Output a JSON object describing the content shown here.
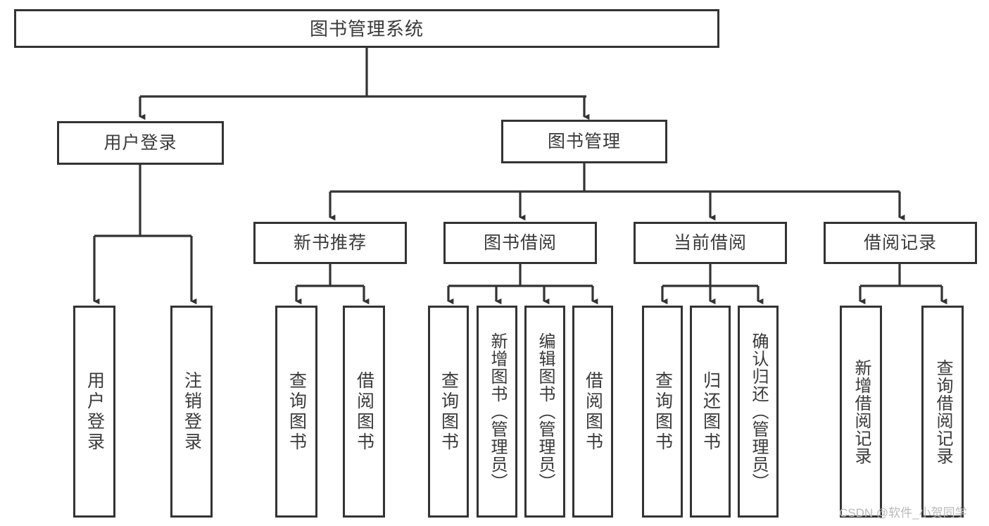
{
  "diagram": {
    "title": "图书管理系统",
    "type": "hierarchy-tree",
    "orientation": "top-down",
    "style": {
      "box_border_color": "#333333",
      "box_fill_color": "#ffffff",
      "connector_color": "#333333",
      "text_color": "#3a3a3a",
      "background_color": "#ffffff"
    },
    "nodes": {
      "root": {
        "label": "图书管理系统",
        "level": 0
      },
      "user_login": {
        "label": "用户登录",
        "level": 1
      },
      "book_manage": {
        "label": "图书管理",
        "level": 1
      },
      "new_book_rec": {
        "label": "新书推荐",
        "level": 2
      },
      "book_borrow": {
        "label": "图书借阅",
        "level": 2
      },
      "current_borrow": {
        "label": "当前借阅",
        "level": 2
      },
      "borrow_record": {
        "label": "借阅记录",
        "level": 2
      },
      "leaf_user_login": {
        "label": "用户登录",
        "level": 3
      },
      "leaf_logout": {
        "label": "注销登录",
        "level": 3
      },
      "leaf_query_book_1": {
        "label": "查询图书",
        "level": 3
      },
      "leaf_borrow_book_1": {
        "label": "借阅图书",
        "level": 3
      },
      "leaf_query_book_2": {
        "label": "查询图书",
        "level": 3
      },
      "leaf_add_book": {
        "label": "新增图书（管理员）",
        "level": 3
      },
      "leaf_edit_book": {
        "label": "编辑图书（管理员）",
        "level": 3
      },
      "leaf_borrow_book_2": {
        "label": "借阅图书",
        "level": 3
      },
      "leaf_query_book_3": {
        "label": "查询图书",
        "level": 3
      },
      "leaf_return_book": {
        "label": "归还图书",
        "level": 3
      },
      "leaf_confirm_return": {
        "label": "确认归还（管理员）",
        "level": 3
      },
      "leaf_add_record": {
        "label": "新增借阅记录",
        "level": 3
      },
      "leaf_query_record": {
        "label": "查询借阅记录",
        "level": 3
      }
    },
    "edges": [
      {
        "from": "root",
        "to": "user_login"
      },
      {
        "from": "root",
        "to": "book_manage"
      },
      {
        "from": "user_login",
        "to": "leaf_user_login"
      },
      {
        "from": "user_login",
        "to": "leaf_logout"
      },
      {
        "from": "book_manage",
        "to": "new_book_rec"
      },
      {
        "from": "book_manage",
        "to": "book_borrow"
      },
      {
        "from": "book_manage",
        "to": "current_borrow"
      },
      {
        "from": "book_manage",
        "to": "borrow_record"
      },
      {
        "from": "new_book_rec",
        "to": "leaf_query_book_1"
      },
      {
        "from": "new_book_rec",
        "to": "leaf_borrow_book_1"
      },
      {
        "from": "book_borrow",
        "to": "leaf_query_book_2"
      },
      {
        "from": "book_borrow",
        "to": "leaf_add_book"
      },
      {
        "from": "book_borrow",
        "to": "leaf_edit_book"
      },
      {
        "from": "book_borrow",
        "to": "leaf_borrow_book_2"
      },
      {
        "from": "current_borrow",
        "to": "leaf_query_book_3"
      },
      {
        "from": "current_borrow",
        "to": "leaf_return_book"
      },
      {
        "from": "current_borrow",
        "to": "leaf_confirm_return"
      },
      {
        "from": "borrow_record",
        "to": "leaf_add_record"
      },
      {
        "from": "borrow_record",
        "to": "leaf_query_record"
      }
    ]
  },
  "watermark": {
    "text": "CSDN @软件_小贺同学",
    "color": "#b9b9b9"
  }
}
